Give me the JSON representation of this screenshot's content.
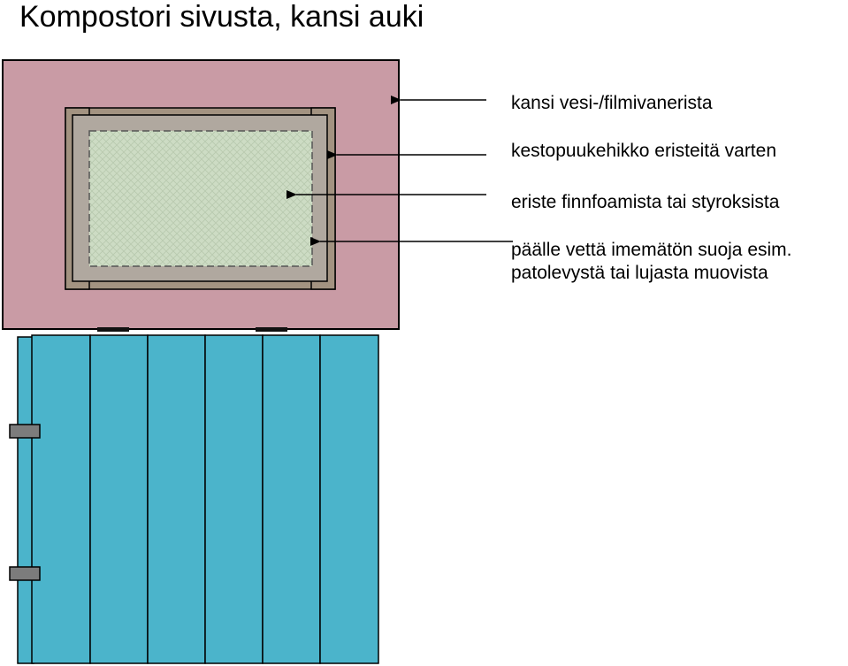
{
  "title": "Kompostori sivusta, kansi auki",
  "labels": {
    "lid": "kansi vesi-/filmivanerista",
    "frame": "kestopuukehikko eristeitä varten",
    "insulation": "eriste finnfoamista tai styroksista",
    "cover_line1": "päälle vettä imemätön suoja esim.",
    "cover_line2": "patolevystä tai lujasta muovista"
  },
  "colors": {
    "lid": "#c99ba5",
    "frame": "#a39381",
    "insulation": "#cddcc4",
    "cover": "#b0a89f",
    "body": "#4bb4cb",
    "hinge": "#7c7c7c"
  }
}
